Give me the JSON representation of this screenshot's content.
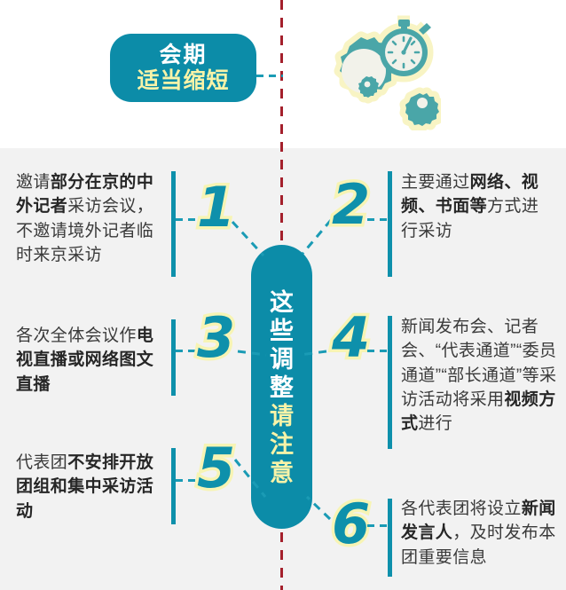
{
  "colors": {
    "teal": "#0c8ca8",
    "teal_bar": "#0e90ab",
    "cream": "#f8f3a8",
    "panel_gray": "#f2f2f2",
    "red_dash": "#a4202c",
    "text": "#3a3a3a"
  },
  "header": {
    "badge_line1": "会期",
    "badge_line2": "适当缩短",
    "icon_name": "gear-stopwatch-icon"
  },
  "center": {
    "chars_white": [
      "这",
      "些",
      "调",
      "整"
    ],
    "chars_yellow": [
      "请",
      "注",
      "意"
    ],
    "full_text": "这些调整请注意"
  },
  "items": [
    {
      "number": "1",
      "side": "left",
      "segments": [
        {
          "text": "邀请",
          "bold": false
        },
        {
          "text": "部分在京的中外记者",
          "bold": true
        },
        {
          "text": "采访会议，不邀请境外记者临时来京采访",
          "bold": false
        }
      ],
      "plain": "邀请部分在京的中外记者采访会议，不邀请境外记者临时来京采访"
    },
    {
      "number": "2",
      "side": "right",
      "segments": [
        {
          "text": "主要通过",
          "bold": false
        },
        {
          "text": "网络、视频、书面等",
          "bold": true
        },
        {
          "text": "方式进行采访",
          "bold": false
        }
      ],
      "plain": "主要通过网络、视频、书面等方式进行采访"
    },
    {
      "number": "3",
      "side": "left",
      "segments": [
        {
          "text": "各次全体会议作",
          "bold": false
        },
        {
          "text": "电视直播或网络图文直播",
          "bold": true
        }
      ],
      "plain": "各次全体会议作电视直播或网络图文直播"
    },
    {
      "number": "4",
      "side": "right",
      "segments": [
        {
          "text": "新闻发布会、记者会、“代表通道”“委员通道”“部长通道”等采访活动将采用",
          "bold": false
        },
        {
          "text": "视频方式",
          "bold": true
        },
        {
          "text": "进行",
          "bold": false
        }
      ],
      "plain": "新闻发布会、记者会、“代表通道”“委员通道”“部长通道”等采访活动将采用视频方式进行"
    },
    {
      "number": "5",
      "side": "left",
      "segments": [
        {
          "text": "代表团",
          "bold": false
        },
        {
          "text": "不安排开放团组和集中采访活动",
          "bold": true
        }
      ],
      "plain": "代表团不安排开放团组和集中采访活动"
    },
    {
      "number": "6",
      "side": "right",
      "segments": [
        {
          "text": "各代表团将设立",
          "bold": false
        },
        {
          "text": "新闻发言人",
          "bold": true
        },
        {
          "text": "，及时发布本团重要信息",
          "bold": false
        }
      ],
      "plain": "各代表团将设立新闻发言人，及时发布本团重要信息"
    }
  ]
}
